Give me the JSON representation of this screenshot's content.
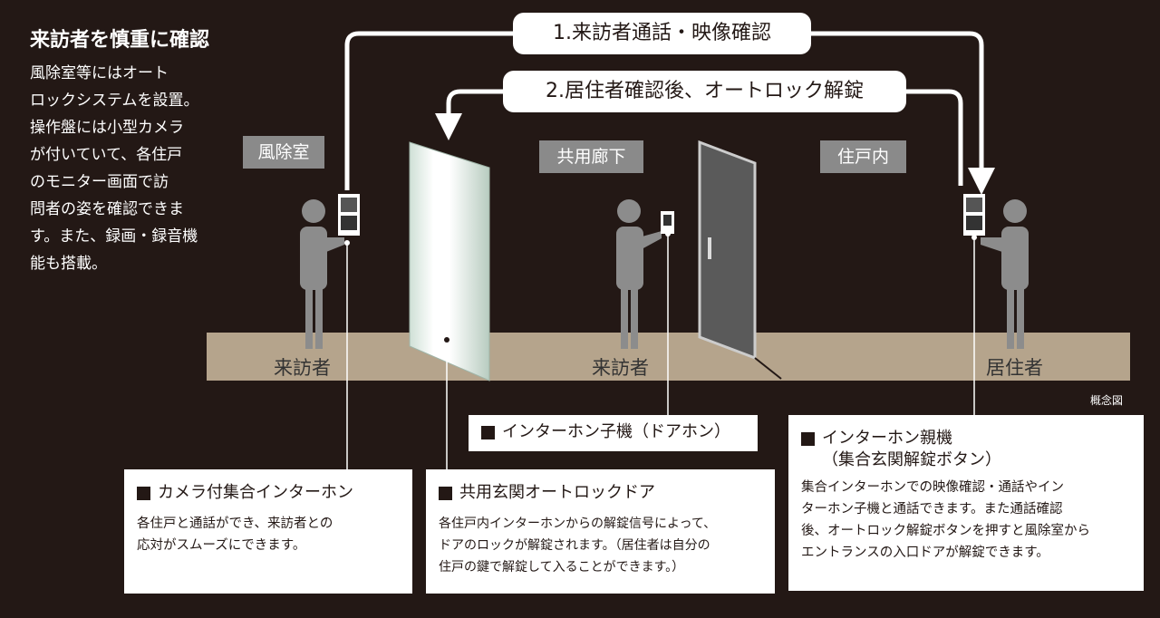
{
  "heading": "来訪者を慎重に確認",
  "intro_lines": [
    "風除室等にはオート",
    "ロックシステムを設置。",
    "操作盤には小型カメラ",
    "が付いていて、各住戸",
    "のモニター画面で訪",
    "問者の姿を確認できま",
    "す。また、録画・録音機",
    "能も搭載。"
  ],
  "zones": {
    "vestibule": "風除室",
    "corridor": "共用廊下",
    "dwelling": "住戸内"
  },
  "steps": {
    "step1": "1.来訪者通話・映像確認",
    "step2": "2.居住者確認後、オートロック解錠"
  },
  "people": {
    "visitor1": "来訪者",
    "visitor2": "来訪者",
    "resident": "居住者"
  },
  "note": "概念図",
  "callouts": {
    "camera_intercom": {
      "title": "カメラ付集合インターホン",
      "lines": [
        "各住戸と通話ができ、来訪者との",
        "応対がスムーズにできます。"
      ]
    },
    "autolock_door": {
      "title": "共用玄関オートロックドア",
      "lines": [
        "各住戸内インターホンからの解錠信号によって、",
        "ドアのロックが解錠されます。（居住者は自分の",
        "住戸の鍵で解錠して入ることができます。）"
      ]
    },
    "handset": {
      "title": "インターホン子機（ドアホン）"
    },
    "master_unit": {
      "title_line1": "インターホン親機",
      "title_line2": "（集合玄関解錠ボタン）",
      "lines": [
        "集合インターホンでの映像確認・通話やイン",
        "ターホン子機と通話できます。また通話確認",
        "後、オートロック解錠ボタンを押すと風除室から",
        "エントランスの入口ドアが解錠できます。"
      ]
    }
  },
  "colors": {
    "background": "#231815",
    "floor": "#b5a48c",
    "figure": "#8c8c8c",
    "zone_label": "#8a8a8a"
  }
}
